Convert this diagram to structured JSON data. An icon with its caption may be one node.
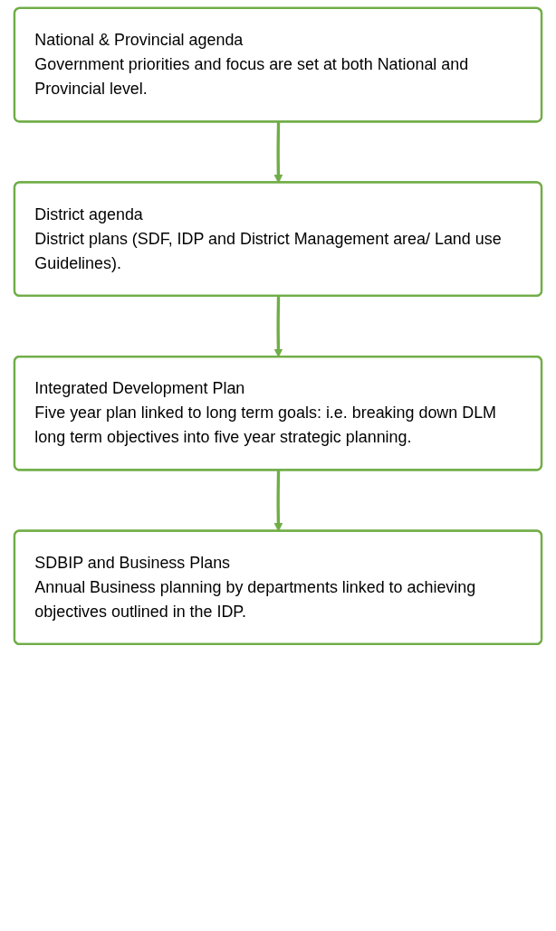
{
  "diagram": {
    "nodes": [
      {
        "text": [
          "National & Provincial agenda",
          "Government priorities and focus are set at both National and Provincial level."
        ]
      },
      {
        "text": [
          "District agenda",
          "District plans (SDF, IDP and District Management area/ Land use Guidelines)."
        ]
      },
      {
        "text": [
          "Integrated Development Plan",
          "Five year plan linked to long term goals: i.e. breaking down DLM long term objectives into five year strategic planning."
        ]
      },
      {
        "text": [
          "SDBIP and Business Plans",
          "Annual Business planning by departments linked to achieving objectives outlined in the IDP."
        ]
      }
    ],
    "edges": [
      {
        "from": 0,
        "to": 1,
        "arrow": "to"
      },
      {
        "from": 1,
        "to": 2,
        "arrow": "to"
      },
      {
        "from": 2,
        "to": 3,
        "arrow": "to"
      }
    ]
  }
}
